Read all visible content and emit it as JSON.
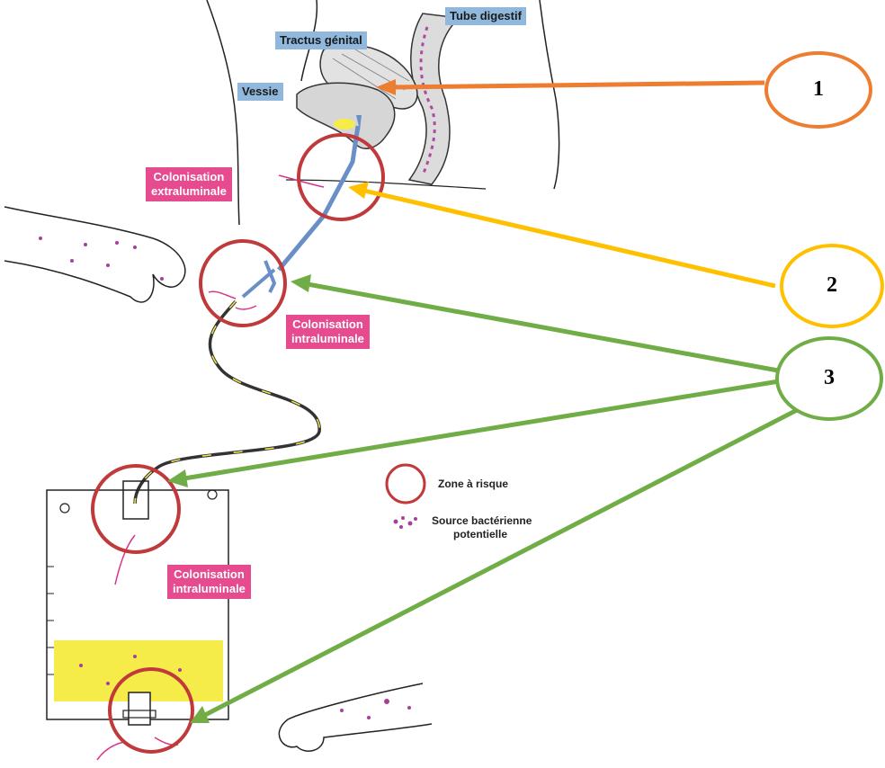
{
  "labels": {
    "tube_digestif": "Tube digestif",
    "tractus_genital": "Tractus génital",
    "vessie": "Vessie",
    "colonisation_extra_line1": "Colonisation",
    "colonisation_extra_line2": "extraluminale",
    "colonisation_intra1_line1": "Colonisation",
    "colonisation_intra1_line2": "intraluminale",
    "colonisation_intra2_line1": "Colonisation",
    "colonisation_intra2_line2": "intraluminale"
  },
  "legend": {
    "zone_risque": "Zone à risque",
    "source_line1": "Source bactérienne",
    "source_line2": "potentielle"
  },
  "callouts": [
    {
      "number": "1",
      "color": "#ed7d31"
    },
    {
      "number": "2",
      "color": "#ffc000"
    },
    {
      "number": "3",
      "color": "#70ad47"
    }
  ],
  "colors": {
    "risk_circle": "#c0393b",
    "label_blue": "#8fb8dc",
    "label_pink": "#e64a8f",
    "urine_yellow": "#f5ec4a",
    "bacteria_purple": "#a6409a"
  }
}
